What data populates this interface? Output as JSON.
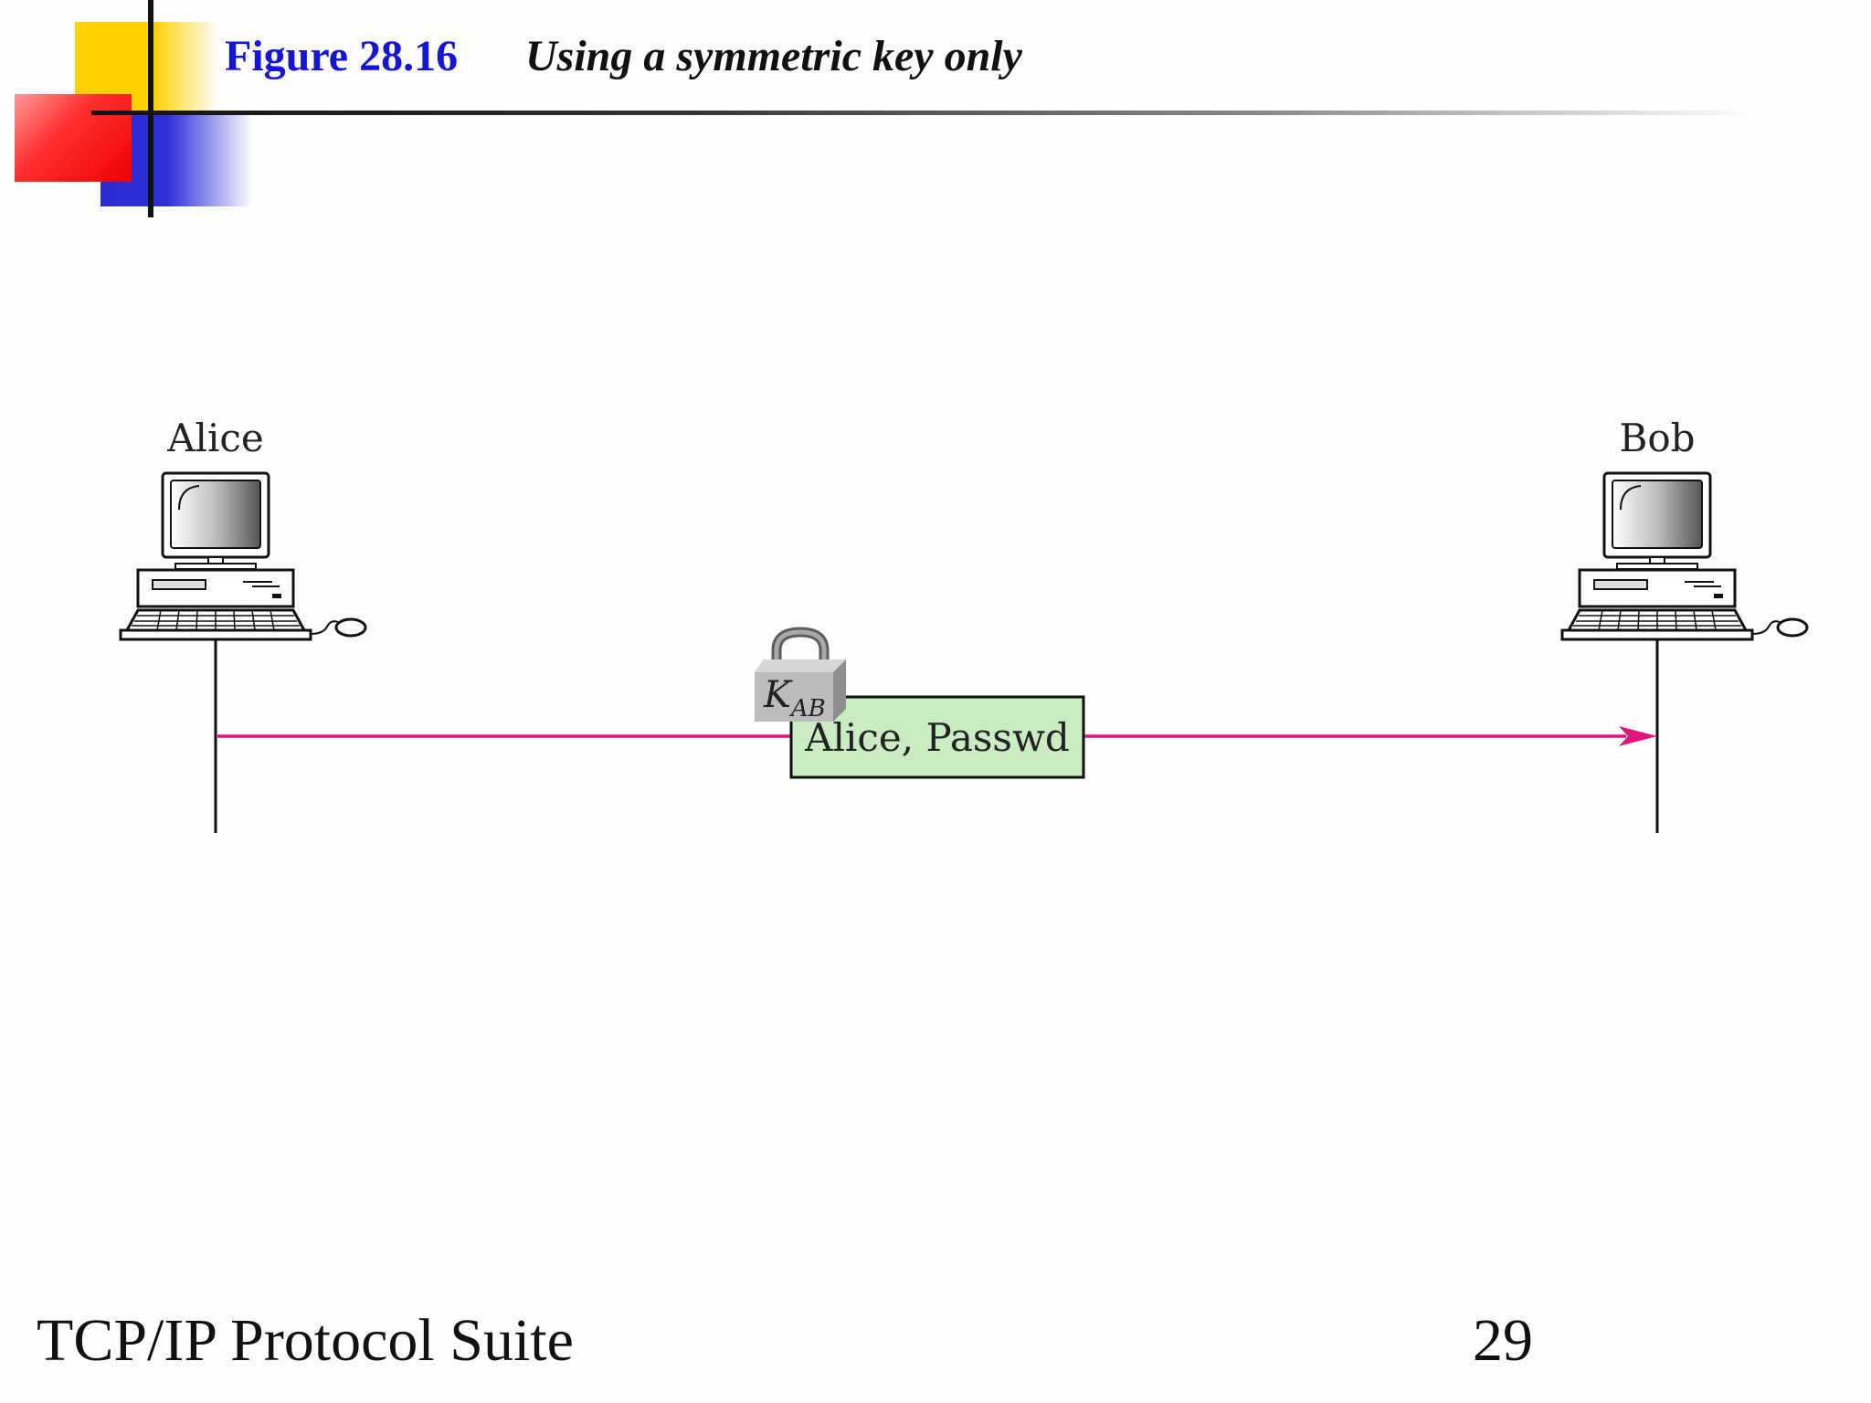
{
  "header": {
    "figure_number": "Figure 28.16",
    "figure_title": "Using a symmetric key only"
  },
  "diagram": {
    "left_party": "Alice",
    "right_party": "Bob",
    "lock_key": "K",
    "lock_key_subscript": "AB",
    "message": "Alice, Passwd",
    "colors": {
      "arrow": "#e0157a",
      "message_box": "#c9ecc2",
      "lock": "#b9b9b9"
    },
    "icons": [
      "computer-icon",
      "padlock-icon",
      "arrow-head-icon"
    ]
  },
  "footer": {
    "suite": "TCP/IP Protocol Suite",
    "page_number": "29"
  }
}
